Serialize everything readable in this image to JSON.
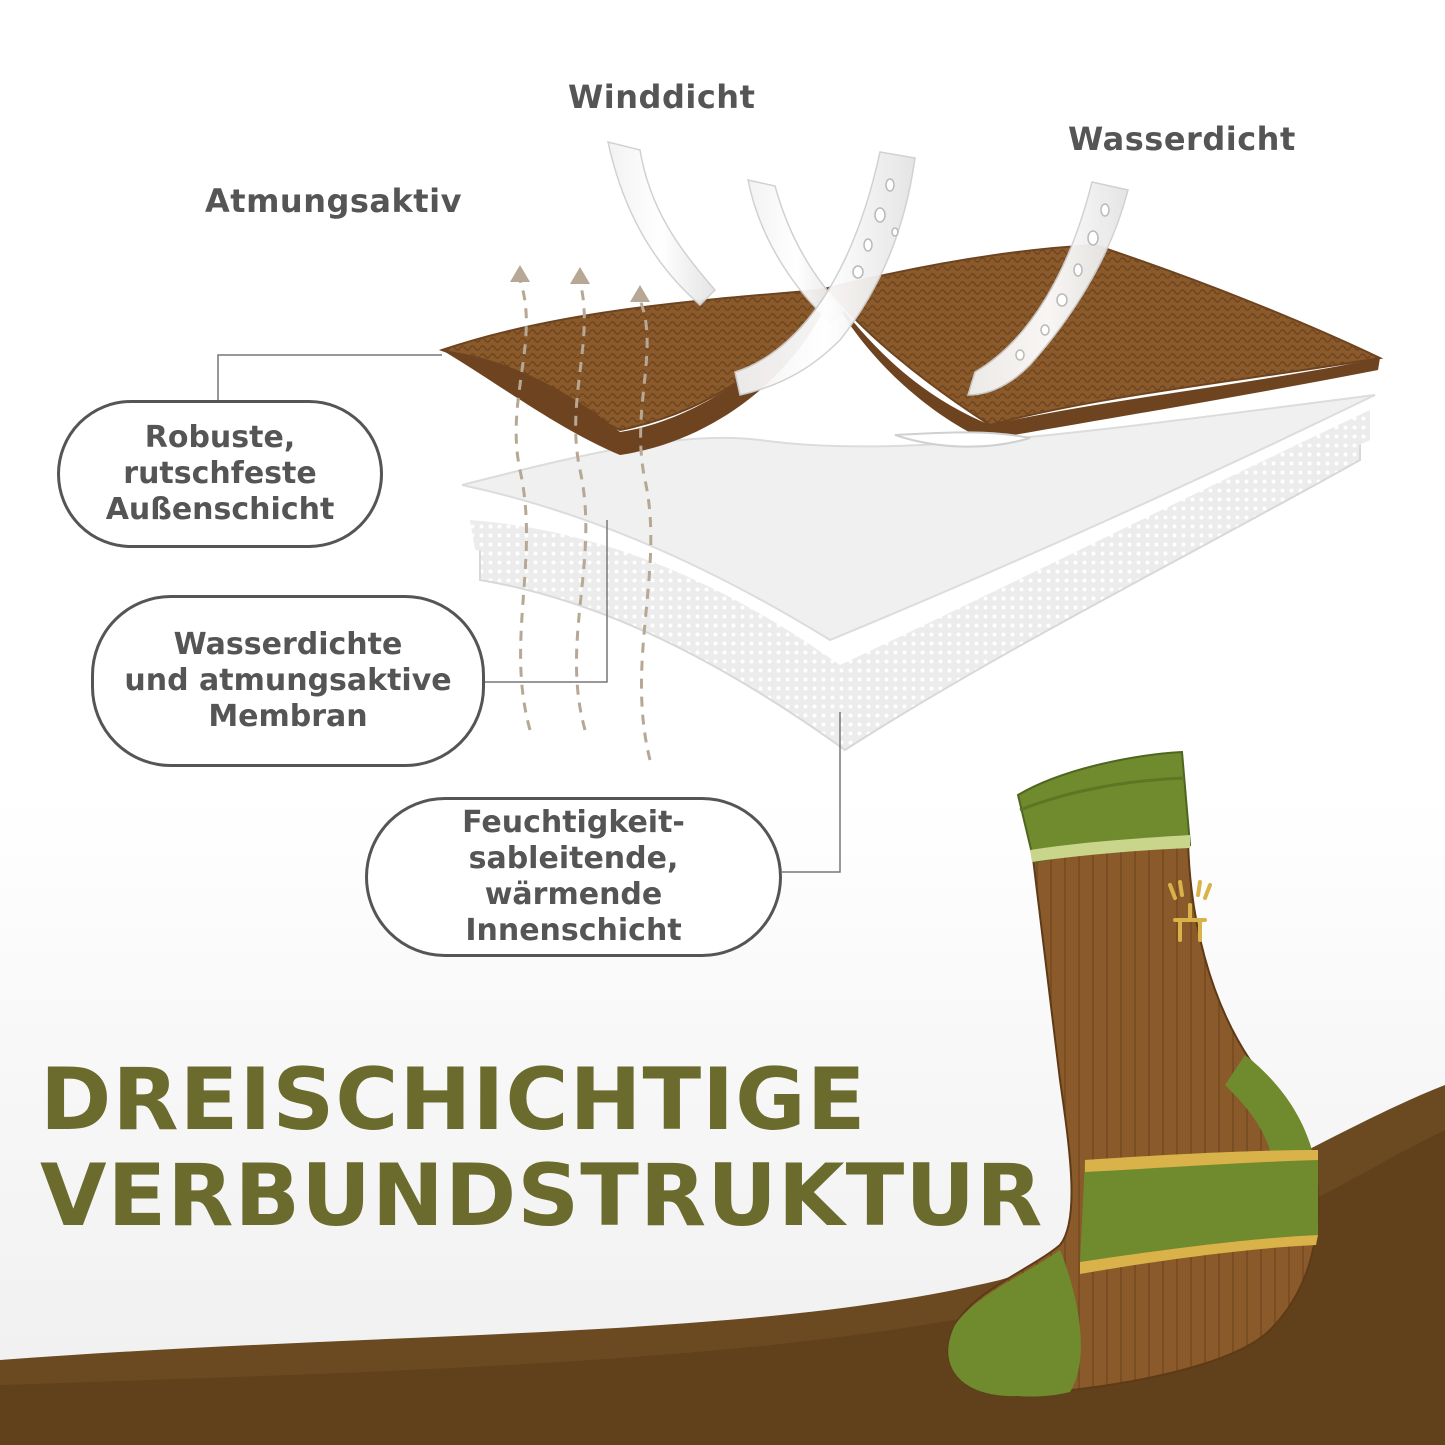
{
  "features": {
    "breathable": "Atmungsaktiv",
    "windproof": "Winddicht",
    "waterproof": "Wasserdicht"
  },
  "layers": [
    {
      "lines": [
        "Robuste,",
        "rutschfeste",
        "Außenschicht"
      ]
    },
    {
      "lines": [
        "Wasserdichte",
        "und atmungsaktive",
        "Membran"
      ]
    },
    {
      "lines": [
        "Feuchtigkeit-",
        "sableitende,",
        "wärmende",
        "Innenschicht"
      ]
    }
  ],
  "headline": {
    "line1": "DREISCHICHTIGE",
    "line2": "VERBUNDSTRUKTUR"
  },
  "colors": {
    "outer_layer": "#8b5a2b",
    "membrane": "#efefef",
    "inner_layer": "#e6e6e6",
    "headline": "#6b6b2e",
    "sock_green": "#6f8b2e",
    "sock_brown": "#8b5a2b",
    "sock_accent": "#d9b24a",
    "text": "#555555"
  },
  "icons": [
    "airflow-arrow-icon",
    "wind-arrow-icon",
    "water-drop-icon",
    "deer-logo-icon"
  ]
}
